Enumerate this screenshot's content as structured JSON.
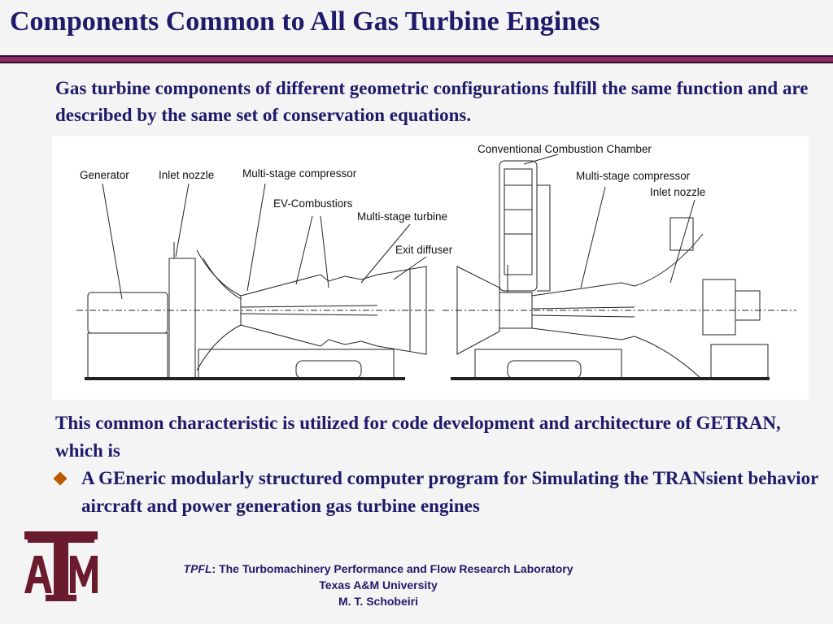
{
  "slide": {
    "title": "Components Common to All Gas Turbine Engines",
    "intro": "Gas turbine components of different geometric configurations fulfill the same function and are described by the same set of conservation equations.",
    "body": "This common characteristic is utilized for code development and architecture  of GETRAN, which is",
    "bullet": "A GEneric modularly structured computer program for Simulating the TRANsient behavior aircraft and power generation gas turbine engines"
  },
  "figure": {
    "labels": {
      "generator": "Generator",
      "inlet_nozzle_left": "Inlet nozzle",
      "compressor_left": "Multi-stage compressor",
      "ev_combustors": "EV-Combustiors",
      "turbine": "Multi-stage turbine",
      "exit_diffuser": "Exit diffuser",
      "combustion_chamber": "Conventional Combustion Chamber",
      "compressor_right": "Multi-stage compressor",
      "inlet_nozzle_right": "Inlet nozzle"
    }
  },
  "footer": {
    "lab_abbrev": "TPFL",
    "lab_rest": ": The Turbomachinery Performance and Flow Research Laboratory",
    "university": "Texas A&M University",
    "author": "M. T. Schobeiri"
  },
  "logo": {
    "letters": "ATM",
    "color": "#6b1b2e"
  },
  "colors": {
    "title": "#1f1a6a",
    "rule": "#8a2a5e",
    "bullet": "#b85a00"
  }
}
